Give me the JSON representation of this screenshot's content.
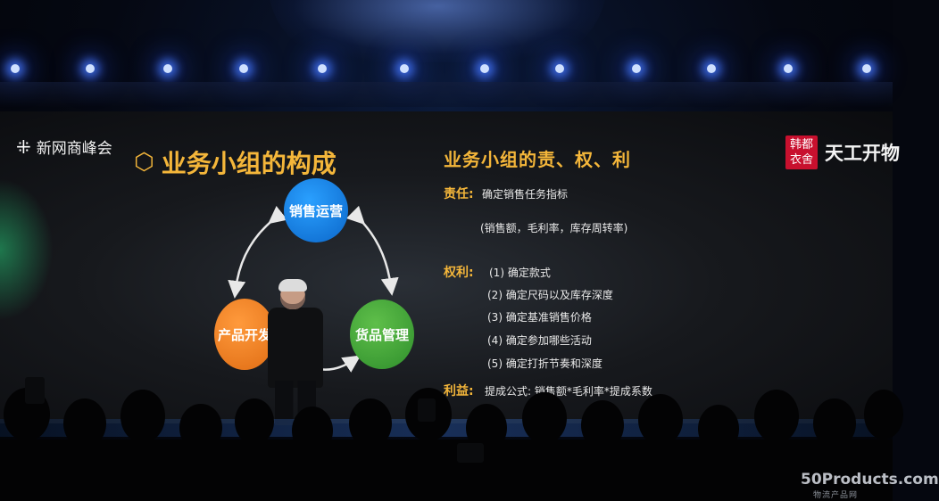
{
  "left_logo": "新网商峰会",
  "right_logo": {
    "badge": [
      "韩都",
      "衣舍"
    ],
    "brand": "天工开物"
  },
  "left_title": "业务小组的构成",
  "cycle": {
    "top": "销售运营",
    "left": "产品开发",
    "right": "货品管理"
  },
  "right_title": "业务小组的责、权、利",
  "responsibility": {
    "label": "责任:",
    "text": "确定销售任务指标",
    "detail": "(销售额，毛利率，库存周转率)"
  },
  "rights": {
    "label": "权利:",
    "items": [
      "(1) 确定款式",
      "(2) 确定尺码以及库存深度",
      "(3) 确定基准销售价格",
      "(4) 确定参加哪些活动",
      "(5) 确定打折节奏和深度"
    ]
  },
  "benefits": {
    "label": "利益:",
    "text": "提成公式: 销售额*毛利率*提成系数"
  },
  "watermark": {
    "main": "50Products.com",
    "sub": "物流产品网"
  },
  "colors": {
    "accent": "#f4b63a",
    "blue": "#1a86e8",
    "orange": "#f0822a",
    "green": "#43a23a",
    "stage_light": "#3a6bff"
  },
  "icons": [
    "summit-logo-icon",
    "hexagon-icon",
    "cycle-arrow-icon"
  ]
}
